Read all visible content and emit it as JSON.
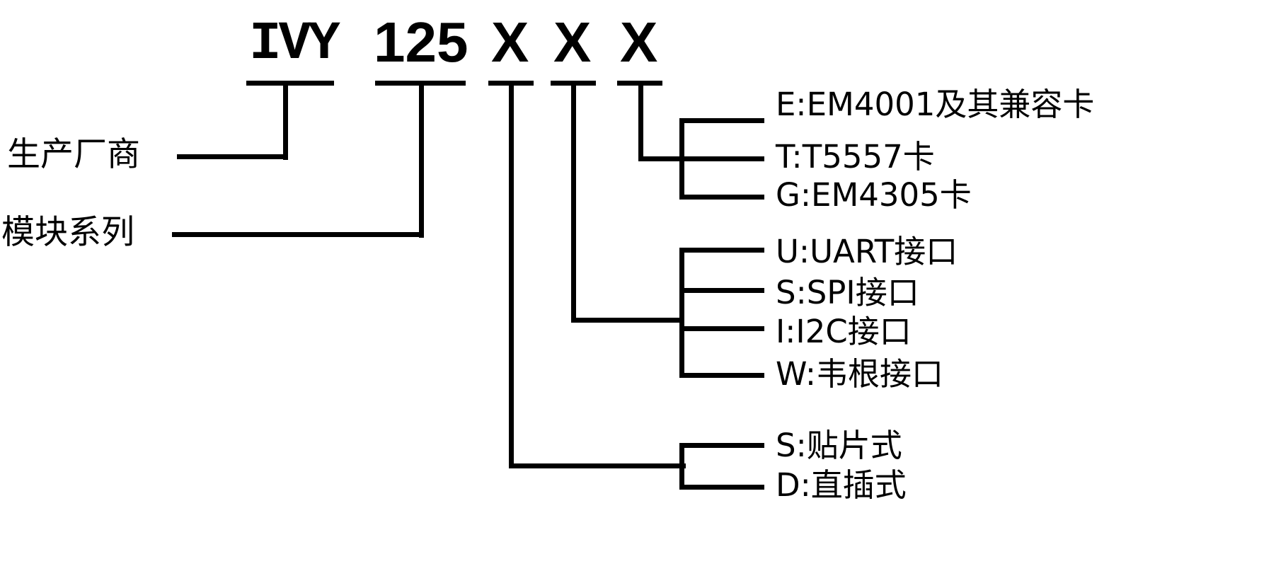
{
  "diagram": {
    "code": {
      "manufacturer_code": "IVY",
      "series_code": "125",
      "x_package": "X",
      "x_interface": "X",
      "x_card": "X"
    },
    "left_callouts": {
      "manufacturer_label": "生产厂商",
      "series_label": "模块系列"
    },
    "card_type_options": [
      "E:EM4001及其兼容卡",
      "T:T5557卡",
      "G:EM4305卡"
    ],
    "interface_options": [
      "U:UART接口",
      "S:SPI接口",
      "I:I2C接口",
      "W:韦根接口"
    ],
    "package_options": [
      "S:贴片式",
      "D:直插式"
    ],
    "colors": {
      "ink": "#000000",
      "background": "#ffffff"
    }
  }
}
